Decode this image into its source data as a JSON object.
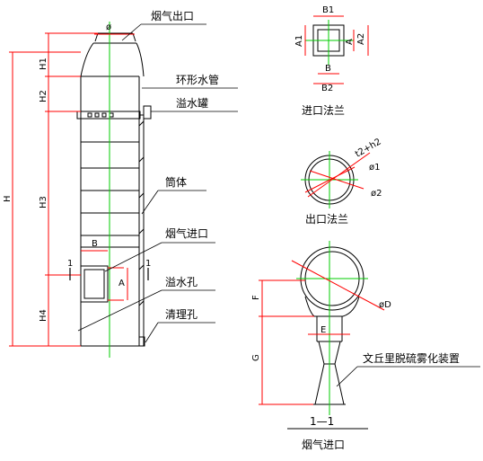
{
  "colors": {
    "line": "#000000",
    "red": "#ff0000",
    "green": "#00cc00",
    "magenta": "#ff00ff"
  },
  "labels": {
    "flue_outlet": "烟气出口",
    "ring_pipe": "环形水管",
    "overflow_tank": "溢水罐",
    "cylinder": "筒体",
    "flue_inlet": "烟气进口",
    "overflow_hole": "溢水孔",
    "cleanout_hole": "清理孔",
    "inlet_flange": "进口法兰",
    "outlet_flange": "出口法兰",
    "venturi": "文丘里脱硫雾化装置",
    "section_mark": "1—1",
    "section_title": "烟气进口"
  },
  "dims": {
    "phi": "ø",
    "H": "H",
    "H1": "H1",
    "H2": "H2",
    "H3": "H3",
    "H4": "H4",
    "B": "B",
    "A": "A",
    "one": "1",
    "B1": "B1",
    "B2": "B2",
    "A1": "A1",
    "A2": "A2",
    "t2h2": "t2+h2",
    "phi1": "ø1",
    "phi2": "ø2",
    "F": "F",
    "E": "E",
    "G": "G",
    "phiD": "øD"
  }
}
